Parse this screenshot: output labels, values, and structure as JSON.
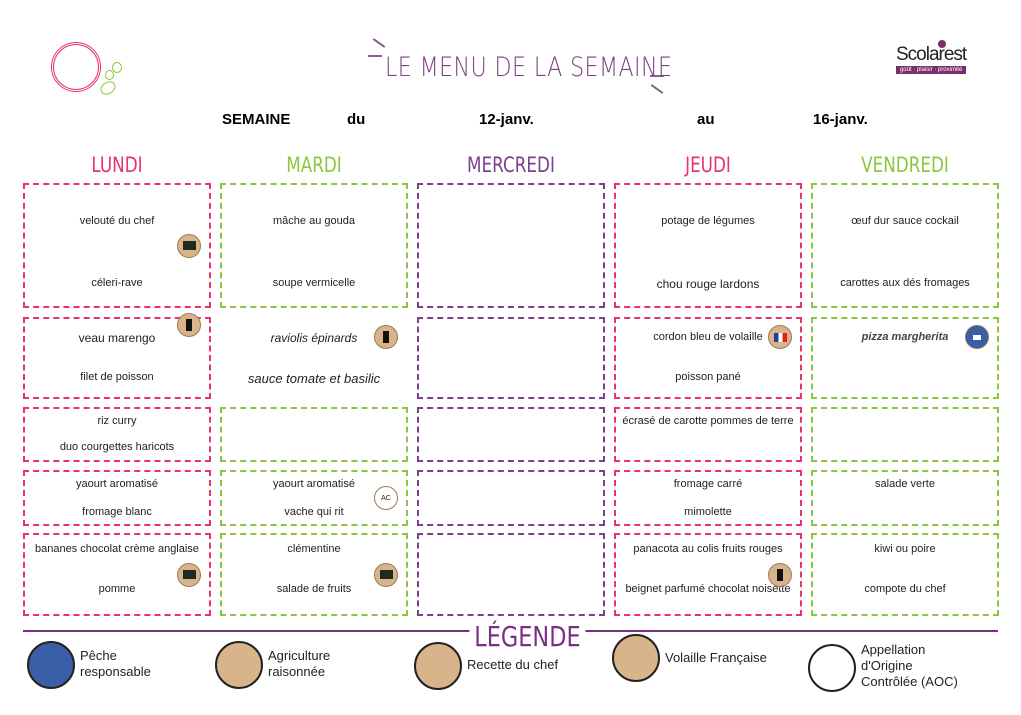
{
  "header": {
    "title": "LE MENU DE LA SEMAINE",
    "brand": "Scolarest",
    "brand_tagline": "goût · plaisir · proximité",
    "week_label": "SEMAINE",
    "from_label": "du",
    "from_date": "12-janv.",
    "to_label": "au",
    "to_date": "16-janv."
  },
  "colors": {
    "pink": "#e8336e",
    "green": "#8cc63f",
    "purple": "#7b3f8c"
  },
  "days": [
    {
      "name": "LUNDI",
      "color": "#e8336e",
      "cells": [
        {
          "top": "velouté du chef",
          "bottom": "céleri-rave",
          "icon": "agriculture"
        },
        {
          "top": "veau marengo",
          "bottom": "filet de poisson",
          "icon": "chef"
        },
        {
          "top": "riz curry",
          "bottom": "duo courgettes haricots"
        },
        {
          "top": "yaourt aromatisé",
          "bottom": "fromage blanc"
        },
        {
          "top": "bananes chocolat crème anglaise",
          "bottom": "pomme",
          "icon": "agriculture"
        }
      ]
    },
    {
      "name": "MARDI",
      "color": "#8cc63f",
      "cells": [
        {
          "top": "mâche au gouda",
          "bottom": "soupe vermicelle"
        },
        {
          "top": "raviolis épinards",
          "bottom": "sauce tomate et basilic",
          "icon": "chef",
          "italic": true,
          "noborder": true
        },
        {
          "top": "",
          "bottom": ""
        },
        {
          "top": "yaourt aromatisé",
          "bottom": "vache qui rit",
          "icon": "aoc"
        },
        {
          "top": "clémentine",
          "bottom": "salade de fruits",
          "icon": "agriculture"
        }
      ]
    },
    {
      "name": "MERCREDI",
      "color": "#7b3f8c",
      "cells": [
        {
          "top": "",
          "bottom": ""
        },
        {
          "top": "",
          "bottom": ""
        },
        {
          "top": "",
          "bottom": ""
        },
        {
          "top": "",
          "bottom": ""
        },
        {
          "top": "",
          "bottom": ""
        }
      ]
    },
    {
      "name": "JEUDI",
      "color": "#e8336e",
      "cells": [
        {
          "top": "potage de légumes",
          "bottom": "chou rouge lardons"
        },
        {
          "top": "cordon bleu de volaille",
          "bottom": "poisson pané",
          "icon": "volaille"
        },
        {
          "top": "écrasé de carotte pommes de terre",
          "bottom": ""
        },
        {
          "top": "fromage carré",
          "bottom": "mimolette"
        },
        {
          "top": "panacota au colis fruits rouges",
          "bottom": "beignet parfumé chocolat noisette",
          "icon": "chef"
        }
      ]
    },
    {
      "name": "VENDREDI",
      "color": "#8cc63f",
      "cells": [
        {
          "top": "œuf dur sauce cockail",
          "bottom": "carottes aux dés fromages"
        },
        {
          "top": "pizza margherita",
          "bottom": "",
          "icon": "peche",
          "italic": true
        },
        {
          "top": "",
          "bottom": ""
        },
        {
          "top": "salade verte",
          "bottom": ""
        },
        {
          "top": "kiwi ou poire",
          "bottom": "compote du chef"
        }
      ]
    }
  ],
  "legend": {
    "title": "LÉGENDE",
    "items": [
      {
        "icon": "peche",
        "label": "Pêche\nresponsable"
      },
      {
        "icon": "agriculture",
        "label": "Agriculture\nraisonnée"
      },
      {
        "icon": "chef",
        "label": "Recette du chef"
      },
      {
        "icon": "volaille",
        "label": "Volaille Française"
      },
      {
        "icon": "aoc",
        "label": "Appellation\nd'Origine\nContrôlée (AOC)"
      }
    ]
  }
}
